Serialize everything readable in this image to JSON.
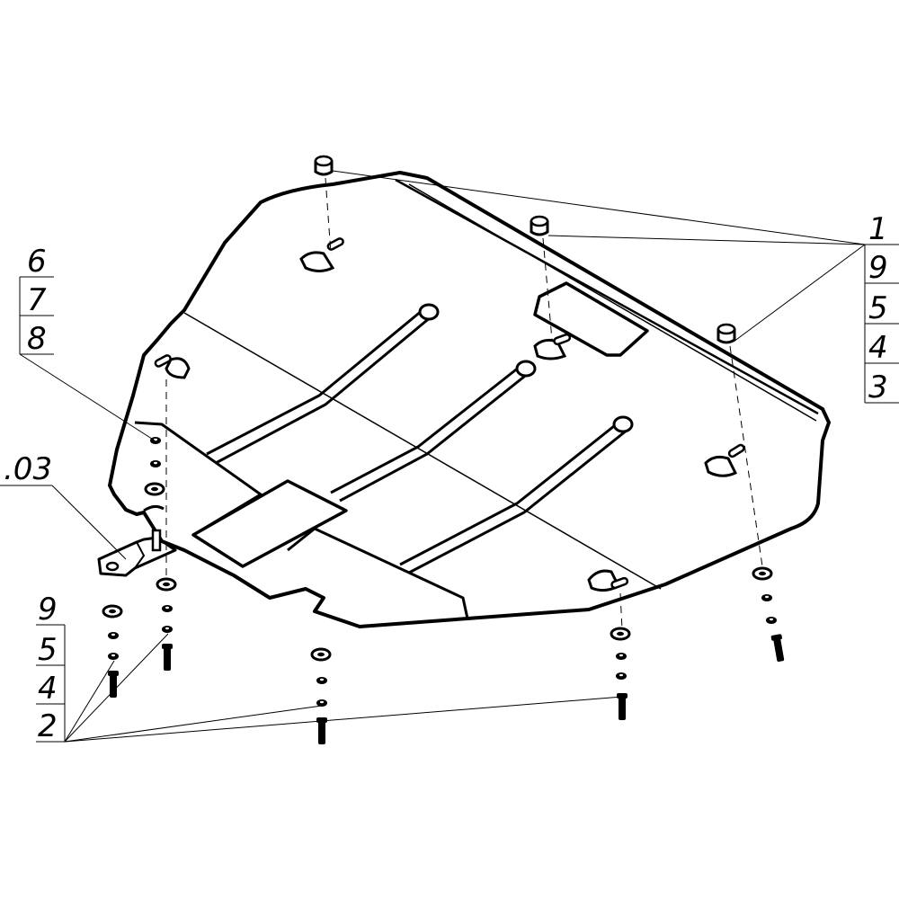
{
  "callouts": {
    "right_stack": [
      "1",
      "9",
      "5",
      "4",
      "3"
    ],
    "left_stack": [
      "6",
      "7",
      "8"
    ],
    "bracket_ref": ".03",
    "bottom_stack": [
      "9",
      "5",
      "4",
      "2"
    ]
  }
}
